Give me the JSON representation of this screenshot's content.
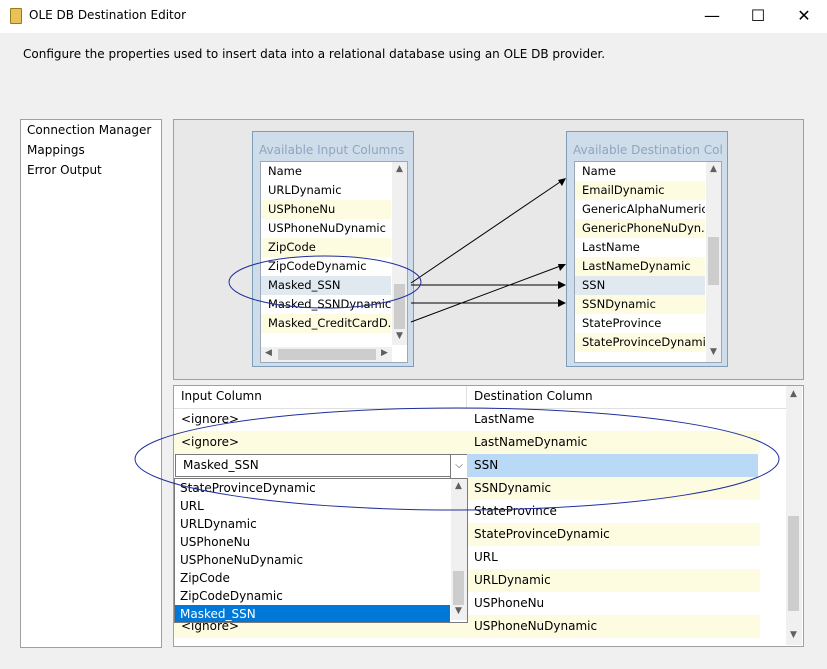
{
  "window": {
    "title": "OLE DB Destination Editor",
    "minimize": "—",
    "maximize": "☐",
    "close": "✕"
  },
  "description": "Configure the properties used to insert data into a relational database using an OLE DB provider.",
  "nav": {
    "items": [
      "Connection Manager",
      "Mappings",
      "Error Output"
    ]
  },
  "input_box": {
    "title": "Available Input Columns",
    "header": "Name",
    "rows": [
      "URLDynamic",
      "USPhoneNu",
      "USPhoneNuDynamic",
      "ZipCode",
      "ZipCodeDynamic",
      "Masked_SSN",
      "Masked_SSNDynamic",
      "Masked_CreditCardD..."
    ]
  },
  "dest_box": {
    "title": "Available Destination Col...",
    "header": "Name",
    "rows": [
      "EmailDynamic",
      "GenericAlphaNumeric...",
      "GenericPhoneNuDyn...",
      "LastName",
      "LastNameDynamic",
      "SSN",
      "SSNDynamic",
      "StateProvince",
      "StateProvinceDynamic"
    ]
  },
  "grid": {
    "headers": [
      "Input Column",
      "Destination Column"
    ],
    "rows": [
      {
        "input": "<ignore>",
        "dest": "LastName"
      },
      {
        "input": "<ignore>",
        "dest": "LastNameDynamic"
      },
      {
        "input": "Masked_SSN",
        "dest": "SSN"
      },
      {
        "input": "",
        "dest": "SSNDynamic"
      },
      {
        "input": "",
        "dest": "StateProvince"
      },
      {
        "input": "",
        "dest": "StateProvinceDynamic"
      },
      {
        "input": "",
        "dest": "URL"
      },
      {
        "input": "",
        "dest": "URLDynamic"
      },
      {
        "input": "",
        "dest": "USPhoneNu"
      },
      {
        "input": "<ignore>",
        "dest": "USPhoneNuDynamic"
      }
    ]
  },
  "dropdown": {
    "options": [
      "StateProvinceDynamic",
      "URL",
      "URLDynamic",
      "USPhoneNu",
      "USPhoneNuDynamic",
      "ZipCode",
      "ZipCodeDynamic",
      "Masked_SSN"
    ],
    "selected": "Masked_SSN"
  },
  "colors": {
    "highlight": "#fdfbe0",
    "selection": "#0078d7",
    "annotation": "#1f2e9c"
  }
}
